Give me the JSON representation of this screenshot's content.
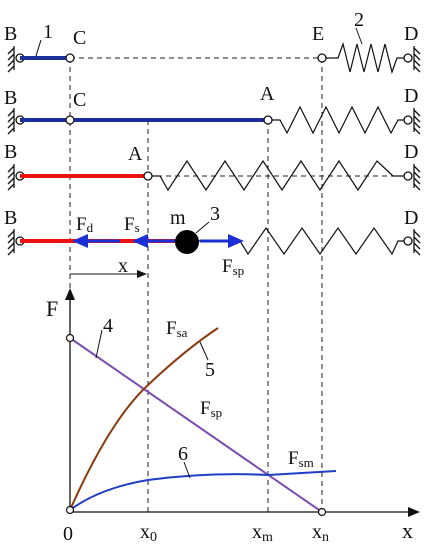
{
  "rows": [
    {
      "point_labels": {
        "left": "B",
        "c": "C",
        "right": "D",
        "e": "E"
      },
      "callouts": {
        "rod": "1",
        "spring": "2"
      },
      "rod_color": "#1a2f99"
    },
    {
      "point_labels": {
        "left": "B",
        "c": "C",
        "right": "D",
        "a": "A"
      },
      "rod_color": "#1a2f99"
    },
    {
      "point_labels": {
        "left": "B",
        "right": "D",
        "a": "A"
      },
      "rod_color": "#ee1111"
    },
    {
      "point_labels": {
        "left": "B",
        "right": "D"
      },
      "mass_label": "m",
      "callout": "3",
      "forces": {
        "fd": "F",
        "fd_sub": "d",
        "fs": "F",
        "fs_sub": "s",
        "fsp": "F",
        "fsp_sub": "sp"
      },
      "displacement_label": "x",
      "rod_color": "#ee1111",
      "arrow_color": "#1b2fd6"
    }
  ],
  "graph": {
    "y_axis_label": "F",
    "x_axis_label": "x",
    "origin_label": "0",
    "x_ticks": [
      {
        "main": "x",
        "sub": "0"
      },
      {
        "main": "x",
        "sub": "m"
      },
      {
        "main": "x",
        "sub": "n"
      }
    ],
    "curve_labels": {
      "line_callout": "4",
      "fsa_main": "F",
      "fsa_sub": "sa",
      "fsa_callout": "5",
      "fsp_main": "F",
      "fsp_sub": "sp",
      "fsm_main": "F",
      "fsm_sub": "sm",
      "fsm_callout": "6"
    },
    "colors": {
      "line": "#7a4cb0",
      "curve_sa": "#8b3a0f",
      "curve_sm": "#1f3fc4"
    }
  }
}
